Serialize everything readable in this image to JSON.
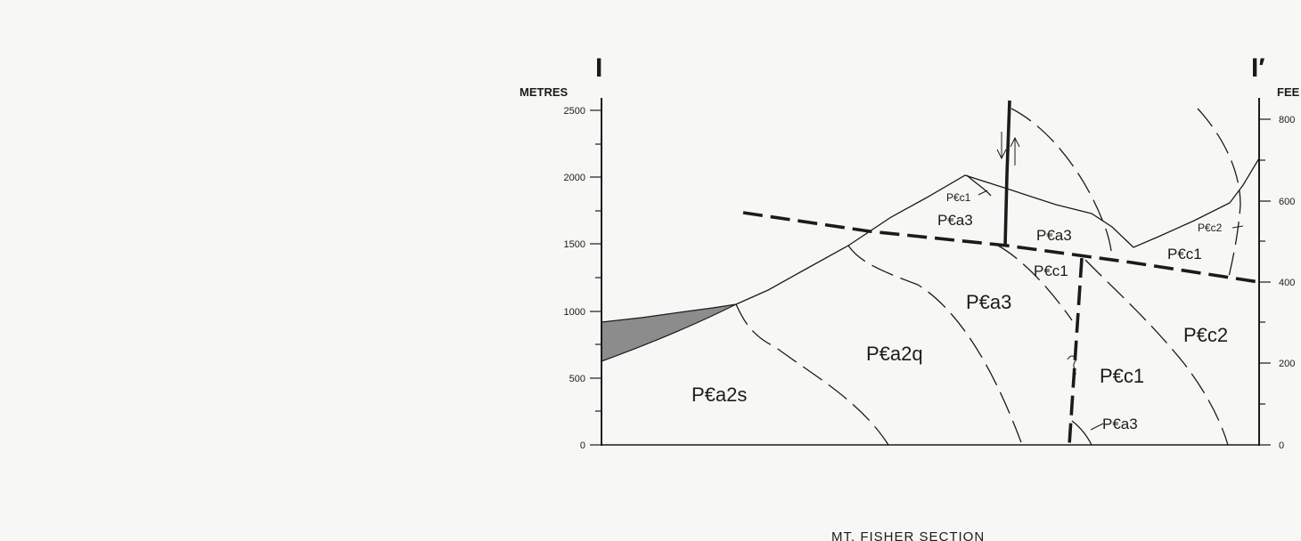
{
  "section": {
    "start_label": "I",
    "end_label": "I′",
    "caption": "MT. FISHER SECTION"
  },
  "left_axis": {
    "title": "METRES",
    "ticks": [
      "2500",
      "2000",
      "1500",
      "1000",
      "500",
      "0"
    ]
  },
  "right_axis": {
    "title": "FEE",
    "ticks": [
      "800",
      "600",
      "400",
      "200",
      "0"
    ]
  },
  "units": {
    "pe_a2s": "P€a2s",
    "pe_a2q": "P€a2q",
    "pe_a3_main": "P€a3",
    "pe_a3_upper_left": "P€a3",
    "pe_a3_upper_right": "P€a3",
    "pe_a3_bottom": "P€a3",
    "pe_c1_peak": "P€c1",
    "pe_c1_mid": "P€c1",
    "pe_c1_right": "P€c1",
    "pe_c1_lower": "P€c1",
    "pe_c2_small": "P€c2",
    "pe_c2_main": "P€c2"
  },
  "colors": {
    "ink": "#1b1b1b",
    "shaded_unit": "#8c8c8c",
    "paper": "#f7f7f5"
  }
}
